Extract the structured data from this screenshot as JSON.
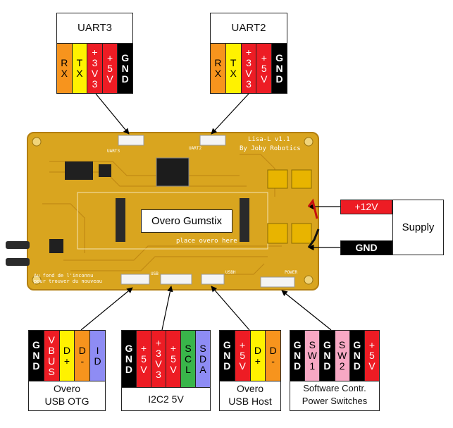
{
  "colors": {
    "orange": "#f7941d",
    "yellow": "#fff200",
    "red": "#ed1c24",
    "black": "#000000",
    "green": "#39b54a",
    "blue": "#8e8cf4",
    "pink": "#f7a8c4",
    "board": "#d9a51f"
  },
  "connectors": {
    "uart3": {
      "title": "UART3",
      "pins": [
        {
          "label": "R\nX",
          "color": "orange"
        },
        {
          "label": "T\nX",
          "color": "yellow"
        },
        {
          "label": "+\n3\nV\n3",
          "color": "red"
        },
        {
          "label": "+\n5\nV",
          "color": "red"
        },
        {
          "label": "G\nN\nD",
          "color": "black"
        }
      ]
    },
    "uart2": {
      "title": "UART2",
      "pins": [
        {
          "label": "R\nX",
          "color": "orange"
        },
        {
          "label": "T\nX",
          "color": "yellow"
        },
        {
          "label": "+\n3\nV\n3",
          "color": "red"
        },
        {
          "label": "+\n5\nV",
          "color": "red"
        },
        {
          "label": "G\nN\nD",
          "color": "black"
        }
      ]
    },
    "usb_otg": {
      "title": "Overo\nUSB OTG",
      "pins": [
        {
          "label": "G\nN\nD",
          "color": "black"
        },
        {
          "label": "V\nB\nU\nS",
          "color": "red"
        },
        {
          "label": "D\n+",
          "color": "yellow"
        },
        {
          "label": "D\n-",
          "color": "orange"
        },
        {
          "label": "I\nD",
          "color": "blue"
        }
      ]
    },
    "i2c2": {
      "title": "I2C2 5V",
      "pins": [
        {
          "label": "G\nN\nD",
          "color": "black"
        },
        {
          "label": "+\n5\nV",
          "color": "red"
        },
        {
          "label": "+\n3\nV\n3",
          "color": "red"
        },
        {
          "label": "+\n5\nV",
          "color": "red"
        },
        {
          "label": "S\nC\nL",
          "color": "green"
        },
        {
          "label": "S\nD\nA",
          "color": "blue"
        }
      ]
    },
    "usb_host": {
      "title": "Overo\nUSB Host",
      "pins": [
        {
          "label": "G\nN\nD",
          "color": "black"
        },
        {
          "label": "+\n5\nV",
          "color": "red"
        },
        {
          "label": "D\n+",
          "color": "yellow"
        },
        {
          "label": "D\n-",
          "color": "orange"
        }
      ]
    },
    "power_switches": {
      "title": "Software Contr.\nPower Switches",
      "pins": [
        {
          "label": "G\nN\nD",
          "color": "black"
        },
        {
          "label": "S\nW\n1",
          "color": "pink"
        },
        {
          "label": "G\nN\nD",
          "color": "black"
        },
        {
          "label": "S\nW\n2",
          "color": "pink"
        },
        {
          "label": "G\nN\nD",
          "color": "black"
        },
        {
          "label": "+\n5\nV",
          "color": "red"
        }
      ]
    }
  },
  "board": {
    "module_label": "Overo Gumstix",
    "silk_title": "Lisa-L v1.1",
    "silk_subtitle": "By Joby Robotics",
    "silk_place": "place overo here",
    "silk_note": "Au fond de l'inconnu\npour trouver du nouveau",
    "silk_uart3": "UART3",
    "silk_uart2": "UART2",
    "silk_usb": "USB",
    "silk_usbh": "USBH",
    "silk_power": "POWER"
  },
  "supply": {
    "label": "Supply",
    "plus": "+12V",
    "gnd": "GND"
  }
}
